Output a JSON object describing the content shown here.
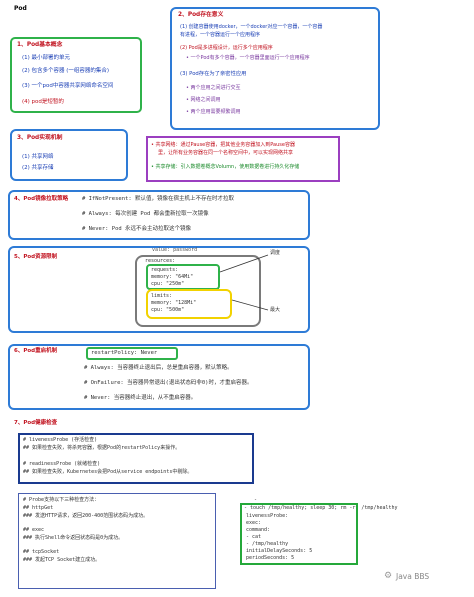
{
  "top_label": "Pod",
  "s1": {
    "title": "1、Pod基本概念",
    "items": [
      "(1) 最小部署的单元",
      "(2) 包含多个容器 (一组容器的集合)",
      "(3) 一个pod中容器共享网络命名空间",
      "(4) pod是短暂的"
    ]
  },
  "s2": {
    "title": "2、Pod存在意义",
    "p1a": "(1) 创建容器使用docker，一个docker对应一个容器，一个容器",
    "p1b": "有进程，一个容器运行一个应用程序",
    "p2": "(2) Pod是多进程设计，运行多个应用程序",
    "p2sub": "• 一个Pod有多个容器，一个容器里面运行一个应用程序",
    "p3": "(3) Pod存在为了亲密性应用",
    "p3items": [
      "• 两个应用之间进行交互",
      "• 网络之间调用",
      "• 两个应用需要频繁调用"
    ]
  },
  "s3": {
    "title": "3、Pod实现机制",
    "items": [
      "(1) 共享网络",
      "(2) 共享存储"
    ],
    "note1a": "• 共享网络：通过Pause容器，把其他业务容器加入到Pause容器",
    "note1b": "里，让所有业务容器在同一个名称空间中，可以实现网络共享",
    "note2": "• 共享存储：引入数据卷概念Volumn，使用数据卷进行持久化存储"
  },
  "s4": {
    "title": "4、Pod镜像拉取策略",
    "lines": [
      "# IfNotPresent: 默认值，镜像在宿主机上不存在时才拉取",
      "# Always: 每次创建 Pod 都会重新拉取一次镜像",
      "# Never: Pod 永远不会主动拉取这个镜像"
    ]
  },
  "s5": {
    "title": "5、Pod资源限制",
    "code_top": "value: password",
    "code_lines": [
      "resources:",
      "  requests:",
      "    memory: \"64Mi\"",
      "    cpu: \"250m\"",
      "  limits:",
      "    memory: \"128Mi\"",
      "    cpu: \"500m\""
    ],
    "label_schedule": "调度",
    "label_max": "最大"
  },
  "s6": {
    "title": "6、Pod重启机制",
    "policy": "restartPolicy: Never",
    "lines": [
      "# Always: 当容器终止退出后，总是重启容器，默认策略。",
      "# OnFailure: 当容器异常退出(退出状态码非0)时，才重启容器。",
      "# Never: 当容器终止退出，从不重启容器。"
    ]
  },
  "s7": {
    "title": "7、Pod健康检查",
    "box1": [
      "# livenessProbe (存活检查)",
      "## 如果检查失败，将杀死容器，根据Pod的restartPolicy来操作。",
      "",
      "# readinessProbe (就绪检查)",
      "## 如果检查失败，Kubernetes会把Pod从service endpoints中剔除。"
    ],
    "box2": [
      "# Probe支持以下三种检查方法：",
      "## httpGet",
      "### 发送HTTP请求，返回200-400范围状态码为成功。",
      "",
      "## exec",
      "### 执行Shell命令返回状态码是0为成功。",
      "",
      "## tcpSocket",
      "### 发起TCP Socket建立成功。"
    ],
    "code_top1": "- ",
    "code_top2": "- touch /tmp/healthy; sleep 30; rm -rf /tmp/healthy",
    "code": [
      "livenessProbe:",
      "  exec:",
      "    command:",
      "    - cat",
      "    - /tmp/healthy",
      "  initialDelaySeconds: 5",
      "  periodSeconds: 5"
    ]
  },
  "watermark": "Java BBS"
}
